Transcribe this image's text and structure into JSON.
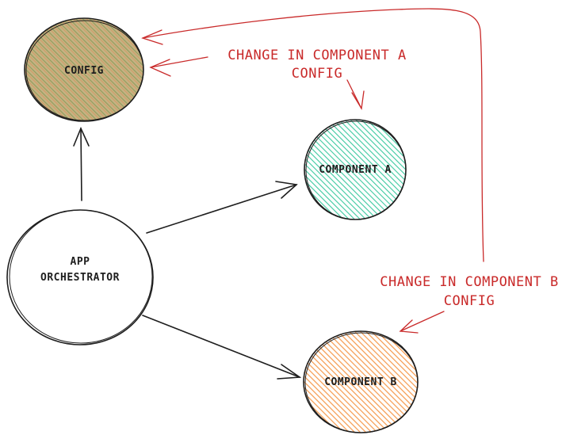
{
  "nodes": {
    "config": {
      "label": "CONFIG",
      "fill": "#b8a672",
      "hatch": "#7a8a3a"
    },
    "component_a": {
      "label": "COMPONENT A",
      "fill": "#63e6be",
      "hatch": "#38b08f"
    },
    "component_b": {
      "label": "COMPONENT B",
      "fill": "#ffa94d",
      "hatch": "#f08c3a"
    },
    "app_orchestrator": {
      "label_line1": "APP",
      "label_line2": "ORCHESTRATOR",
      "fill": "#ffffff"
    }
  },
  "notes": {
    "change_a": {
      "line1": "CHANGE IN COMPONENT A",
      "line2": "CONFIG"
    },
    "change_b": {
      "line1": "CHANGE IN COMPONENT B",
      "line2": "CONFIG"
    }
  },
  "colors": {
    "stroke": "#1e1e1e",
    "annotation": "#c92a2a"
  }
}
